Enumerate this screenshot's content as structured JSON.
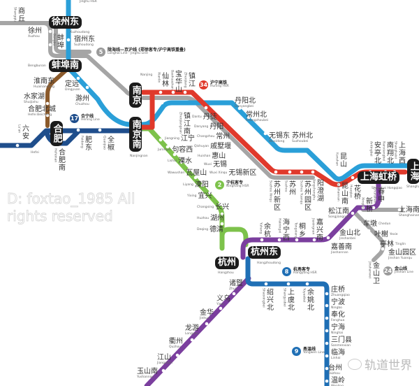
{
  "top_label": "Jinghu HSR",
  "watermark": "D: foxtao_1985  All rights reserved",
  "logo_text": "轨道世界",
  "lines": [
    {
      "num": "5",
      "zh": "陇海线—京沪线 (郑徐客专/沪宁高铁重叠)",
      "en": "Longhai Line - Jinghu Line",
      "color": "#9b9b9b"
    },
    {
      "num": "34",
      "zh": "沪宁高铁",
      "en": "Huning HSR",
      "color": "#e0392b"
    },
    {
      "num": "17",
      "zh": "合宁线",
      "en": "Hening Line",
      "color": "#1f4e8c"
    },
    {
      "num": "2",
      "zh": "宁杭客专",
      "en": "Ninghang HSR",
      "color": "#7dc24b"
    },
    {
      "num": "8",
      "zh": "杭甬客专",
      "en": "Hangyong HSR",
      "color": "#1f6fb5"
    },
    {
      "num": "9",
      "zh": "甬温线",
      "en": "Yongwen Line",
      "color": "#1f6fb5"
    },
    {
      "num": "24",
      "zh": "金山线",
      "en": "Jinshan Line",
      "color": "#9b9b9b"
    }
  ],
  "line_colors": {
    "jinghu_hsr": "#2a9fd8",
    "huning": "#e0392b",
    "longhai": "#9b9b9b",
    "hening": "#1f4e8c",
    "hebeng": "#8b5a2b",
    "ninghang": "#7dc24b",
    "hukun": "#7b3f9e",
    "hangyong": "#1f6fb5"
  },
  "hubs": [
    {
      "zh": "徐州东",
      "en": "Xuzhoudong"
    },
    {
      "zh": "蚌埠南",
      "en": "Bengbunan"
    },
    {
      "zh": "南京",
      "en": "Nanjing"
    },
    {
      "zh": "南京南",
      "en": "Nanjingnan"
    },
    {
      "zh": "合肥",
      "en": "Hefei"
    },
    {
      "zh": "上海",
      "en": "Shanghai"
    },
    {
      "zh": "上海虹桥",
      "en": "Shanghai Hongqiao"
    },
    {
      "zh": "杭州东",
      "en": "Hangzhoudong"
    },
    {
      "zh": "杭州",
      "en": "Hangzhou"
    }
  ],
  "stations": [
    {
      "zh": "商丘",
      "en": "Shangqiu"
    },
    {
      "zh": "徐州",
      "en": "Xuzhou"
    },
    {
      "zh": "蚌埠",
      "en": "Bengbu"
    },
    {
      "zh": "宿州东",
      "en": "Suzhoudong"
    },
    {
      "zh": "淮南东",
      "en": "Huainandong"
    },
    {
      "zh": "定远",
      "en": "Dingyuan"
    },
    {
      "zh": "水家湖",
      "en": "Shuijiahu"
    },
    {
      "zh": "合肥北城",
      "en": "Hefei Beicheng"
    },
    {
      "zh": "滁州",
      "en": "Chuzhou"
    },
    {
      "zh": "六安",
      "en": "Lu'an"
    },
    {
      "zh": "肥东",
      "en": "Feidong"
    },
    {
      "zh": "全椒",
      "en": "Quanjiao"
    },
    {
      "zh": "合肥南",
      "en": "Hefeinan"
    },
    {
      "zh": "仙林",
      "en": "Xianlin"
    },
    {
      "zh": "宝华山",
      "en": "Baohuashan"
    },
    {
      "zh": "镇江",
      "en": "Zhenjiang"
    },
    {
      "zh": "镇江南",
      "en": "Zhenjiangnan"
    },
    {
      "zh": "丹徒",
      "en": "Dantu"
    },
    {
      "zh": "丹阳",
      "en": "Danyang"
    },
    {
      "zh": "常州",
      "en": "Changzhou"
    },
    {
      "zh": "戚墅堰",
      "en": "Qishuyan"
    },
    {
      "zh": "惠山",
      "en": "Huishan"
    },
    {
      "zh": "无锡",
      "en": "Wuxi"
    },
    {
      "zh": "无锡新区",
      "en": "Wuxi Xinqu"
    },
    {
      "zh": "丹阳北",
      "en": "Danyangbei"
    },
    {
      "zh": "常州北",
      "en": "Changzhoubei"
    },
    {
      "zh": "无锡东",
      "en": "Wuxidong"
    },
    {
      "zh": "苏州北",
      "en": "Suzhoubei"
    },
    {
      "zh": "苏州新区",
      "en": "Suzhou Xinqu"
    },
    {
      "zh": "苏州",
      "en": "Suzhou"
    },
    {
      "zh": "苏州园区",
      "en": "Suzhou Yuanqu"
    },
    {
      "zh": "阳澄湖",
      "en": "Yangchenghu"
    },
    {
      "zh": "昆山",
      "en": "Kunshan"
    },
    {
      "zh": "昆山南",
      "en": "Kunshannan"
    },
    {
      "zh": "花桥",
      "en": "Huaqiao"
    },
    {
      "zh": "安亭北",
      "en": "Antingbei"
    },
    {
      "zh": "南翔北",
      "en": "Nanxiangbei"
    },
    {
      "zh": "上海西",
      "en": "Shanghaixi"
    },
    {
      "zh": "新桥",
      "en": "Xinqiao"
    },
    {
      "zh": "春申",
      "en": "Chunshen"
    },
    {
      "zh": "松江南",
      "en": "Songjiangnan"
    },
    {
      "zh": "上海南",
      "en": "Shanghainan"
    },
    {
      "zh": "车墩",
      "en": "Chedun"
    },
    {
      "zh": "叶榭",
      "en": "Yexie"
    },
    {
      "zh": "亭林",
      "en": "Tinglin"
    },
    {
      "zh": "金山园区",
      "en": "Jinshan Yuanqu"
    },
    {
      "zh": "金山卫",
      "en": "Jinshanwei"
    },
    {
      "zh": "江宁",
      "en": "Jiangning"
    },
    {
      "zh": "句容西",
      "en": "Jurongxi"
    },
    {
      "zh": "溧水",
      "en": "Lishui"
    },
    {
      "zh": "瓦屋山",
      "en": "Wawushan"
    },
    {
      "zh": "溧阳",
      "en": "Liyang"
    },
    {
      "zh": "宜兴",
      "en": "Yixing"
    },
    {
      "zh": "长兴",
      "en": "Changxing"
    },
    {
      "zh": "湖州",
      "en": "Huzhou"
    },
    {
      "zh": "德清",
      "en": "Deqing"
    },
    {
      "zh": "余杭",
      "en": "Yuhang"
    },
    {
      "zh": "海宁西",
      "en": "Hainingxi"
    },
    {
      "zh": "桐乡",
      "en": "Tongxiang"
    },
    {
      "zh": "嘉兴南",
      "en": "Jiaxingnan"
    },
    {
      "zh": "金山北",
      "en": "Jinshanbei"
    },
    {
      "zh": "嘉善南",
      "en": "Jiashannan"
    },
    {
      "zh": "诸暨",
      "en": "Zhuji"
    },
    {
      "zh": "绍兴北",
      "en": "Shaoxingbei"
    },
    {
      "zh": "上虞北",
      "en": "Shangyubei"
    },
    {
      "zh": "余姚北",
      "en": "Yuyaobei"
    },
    {
      "zh": "庄桥",
      "en": "Zhuangqiao"
    },
    {
      "zh": "宁波",
      "en": "Ningbo"
    },
    {
      "zh": "奉化",
      "en": "Fenghua"
    },
    {
      "zh": "宁海",
      "en": "Ninghai"
    },
    {
      "zh": "三门县",
      "en": "Sanmenxian"
    },
    {
      "zh": "临海",
      "en": "Linhai"
    },
    {
      "zh": "台州",
      "en": "Taizhou"
    },
    {
      "zh": "温岭",
      "en": "Wenling"
    },
    {
      "zh": "义乌",
      "en": "Yiwu"
    },
    {
      "zh": "金华",
      "en": "Jinhua"
    },
    {
      "zh": "龙游",
      "en": "Longyou"
    },
    {
      "zh": "衢州",
      "en": "Quzhou"
    },
    {
      "zh": "江山",
      "en": "Jiangshan"
    },
    {
      "zh": "玉山南",
      "en": "Yushannan"
    }
  ]
}
